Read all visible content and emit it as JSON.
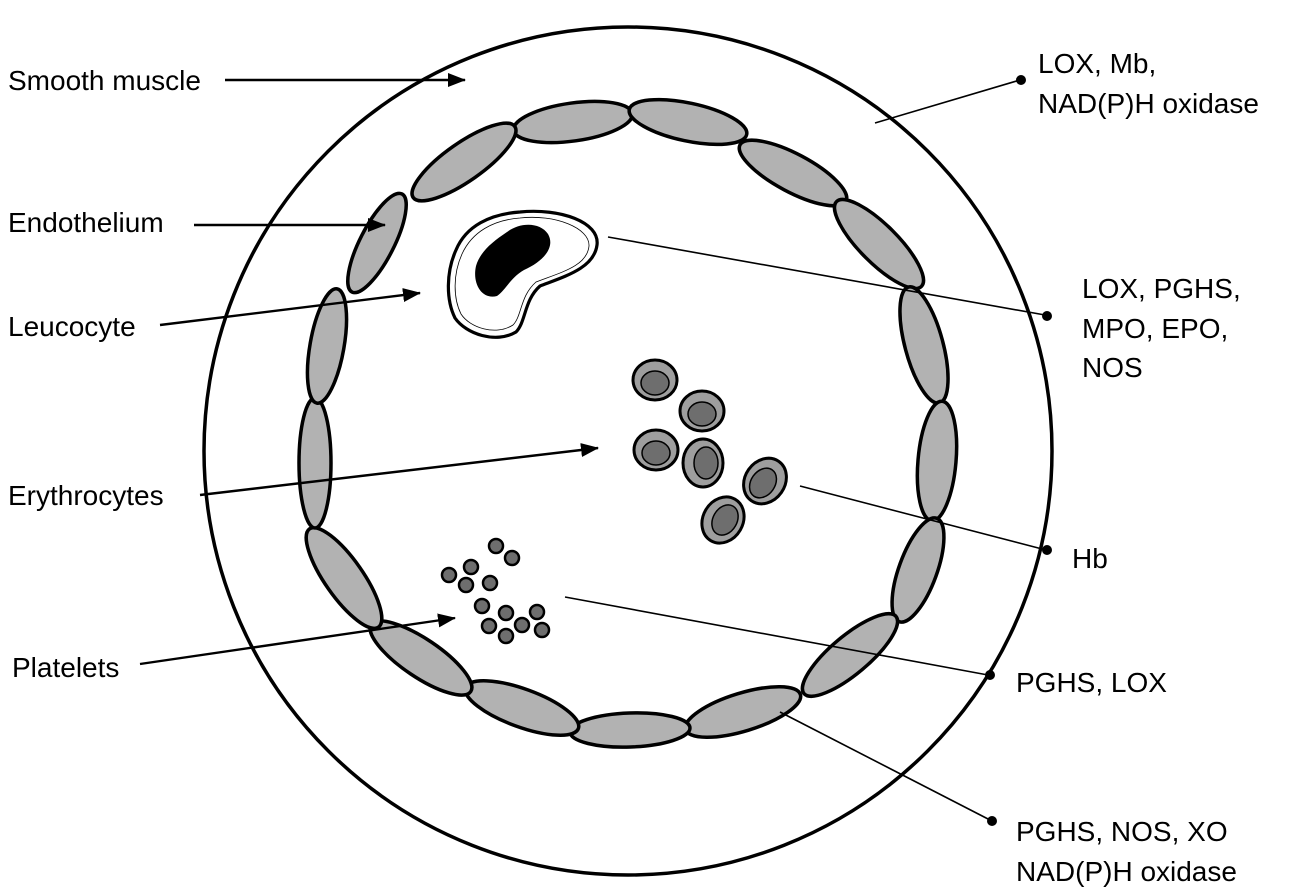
{
  "labels": {
    "smooth_muscle": "Smooth muscle",
    "endothelium": "Endothelium",
    "leucocyte": "Leucocyte",
    "erythrocytes": "Erythrocytes",
    "platelets": "Platelets"
  },
  "enzymes": {
    "smooth_muscle": [
      "LOX, Mb,",
      "NAD(P)H oxidase"
    ],
    "leucocyte": [
      "LOX, PGHS,",
      "MPO, EPO,",
      "NOS"
    ],
    "erythrocytes": [
      "Hb"
    ],
    "platelets": [
      "PGHS, LOX"
    ],
    "endothelium": [
      "PGHS, NOS, XO",
      "NAD(P)H oxidase"
    ]
  }
}
